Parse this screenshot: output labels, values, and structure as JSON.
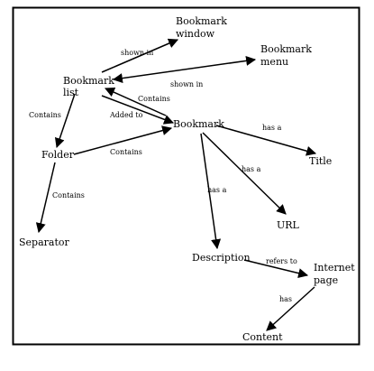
{
  "nodes": {
    "bookmark_window": {
      "line1": "Bookmark",
      "line2": "window"
    },
    "bookmark_menu": {
      "line1": "Bookmark",
      "line2": "menu"
    },
    "bookmark_list": {
      "line1": "Bookmark",
      "line2": "list"
    },
    "bookmark": {
      "line1": "Bookmark"
    },
    "folder": {
      "line1": "Folder"
    },
    "title": {
      "line1": "Title"
    },
    "url": {
      "line1": "URL"
    },
    "separator": {
      "line1": "Separator"
    },
    "description": {
      "line1": "Description"
    },
    "internet_page": {
      "line1": "Internet",
      "line2": "page"
    },
    "content": {
      "line1": "Content"
    }
  },
  "edges": {
    "list_window": "shown in",
    "list_menu": "shown in",
    "bookmark_list_contains": "Contains",
    "list_added_to": "Added to",
    "list_folder": "Contains",
    "folder_bookmark": "Contains",
    "folder_separator": "Contains",
    "bookmark_title": "has a",
    "bookmark_url": "has a",
    "bookmark_description": "has a",
    "description_internet": "refers to",
    "internet_content": "has"
  },
  "colors": {
    "ink": "#000000",
    "background": "#ffffff"
  }
}
